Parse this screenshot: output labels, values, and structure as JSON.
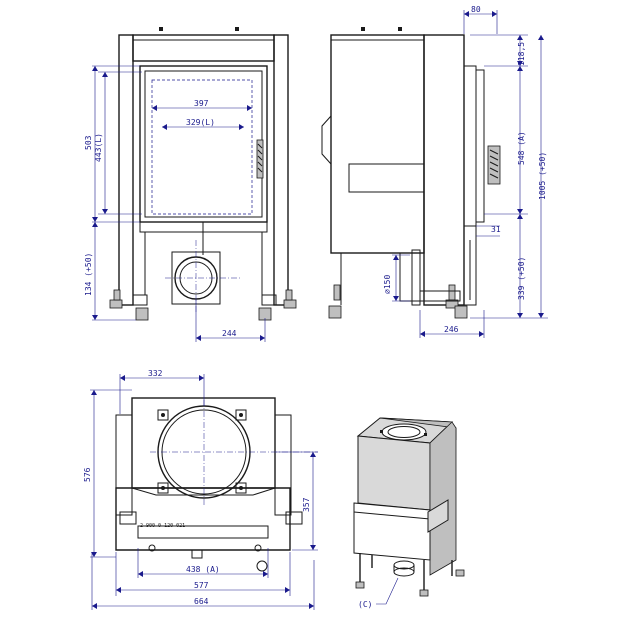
{
  "front_view": {
    "dims": {
      "inner_width": "397",
      "glass_width": "329(L)",
      "height_total": "503",
      "glass_height": "443(L)",
      "lower_height": "134 (+50)",
      "base_width": "244"
    }
  },
  "side_view": {
    "dims": {
      "top_width": "80",
      "top_offset": "118,5",
      "glass_height": "548 (A)",
      "total_height": "1005 (+50)",
      "small_offset": "31",
      "flue_diameter": "⌀150",
      "lower_height": "339 (+50)",
      "depth": "246"
    }
  },
  "top_view": {
    "dims": {
      "flue_offset": "332",
      "height": "576",
      "inner_height": "357",
      "inner_width": "438 (A)",
      "body_width": "577",
      "total_width": "664"
    },
    "plate_text": "2 900  0 120  021"
  },
  "iso_view": {
    "callout": "(C)"
  }
}
